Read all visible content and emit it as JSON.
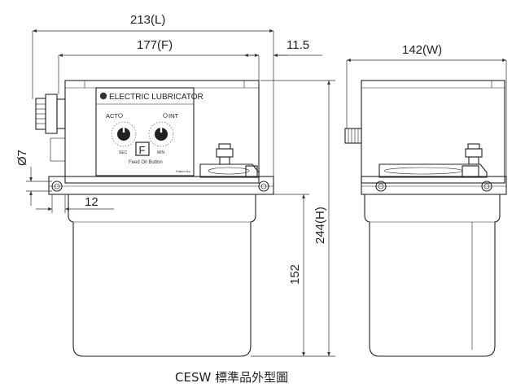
{
  "dimensions": {
    "length": "213(L)",
    "feed": "177(F)",
    "offset": "11.5",
    "width": "142(W)",
    "height": "244(H)",
    "tank_height": "152",
    "hole_diameter": "Ø7",
    "hole_offset": "12"
  },
  "panel": {
    "title": "ELECTRIC LUBRICATOR",
    "act_label": "ACT",
    "int_label": "INT",
    "sec_label": "SEC",
    "min_label": "MIN",
    "button_letter": "F",
    "button_caption": "Feed Oil Button",
    "model_tag": "Patent No"
  },
  "caption": "CESW 標準品外型圖"
}
